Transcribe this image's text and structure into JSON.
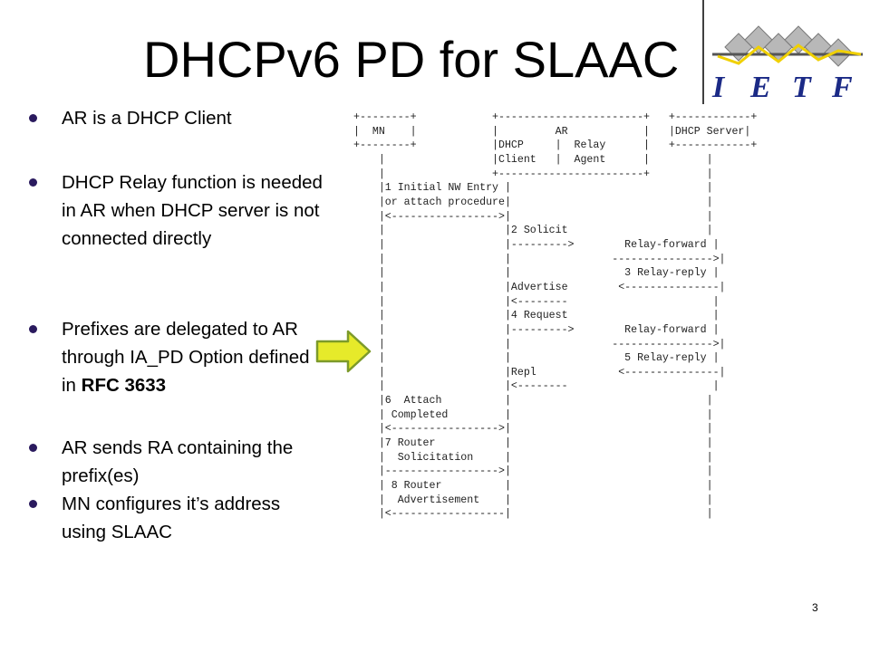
{
  "slide": {
    "title": "DHCPv6 PD for SLAAC",
    "logo_text": [
      "I",
      "E",
      "T",
      "F"
    ],
    "page_number": "3",
    "bullets": [
      {
        "text": "AR is a DHCP Client"
      },
      {
        "text": "DHCP Relay function is needed in AR when DHCP server is not connected directly"
      },
      {
        "text": "Prefixes are delegated to AR through IA_PD Option defined in ",
        "bold": "RFC 3633"
      },
      {
        "text": "AR sends RA containing the prefix(es)"
      },
      {
        "text": "MN configures it’s address using SLAAC"
      }
    ],
    "diagram_text": "+--------+            +-----------------------+   +------------+\n|  MN    |            |         AR            |   |DHCP Server|\n+--------+            |DHCP     |  Relay      |   +------------+\n    |                 |Client   |  Agent      |         |\n    |                 +-----------------------+         |\n    |1 Initial NW Entry |                               |\n    |or attach procedure|                               |\n    |<----------------->|                               |\n    |                   |2 Solicit                      |\n    |                   |--------->        Relay-forward |\n    |                   |                ---------------->|\n    |                   |                  3 Relay-reply |\n    |                   |Advertise        <---------------|\n    |                   |<--------                       |\n    |                   |4 Request                       |\n    |                   |--------->        Relay-forward |\n    |                   |                ---------------->|\n    |                   |                  5 Relay-reply |\n    |                   |Repl             <---------------|\n    |                   |<--------                       |\n    |6  Attach          |                               |\n    | Completed         |                               |\n    |<----------------->|                               |\n    |7 Router           |                               |\n    |  Solicitation     |                               |\n    |------------------>|                               |\n    | 8 Router          |                               |\n    |  Advertisement    |                               |\n    |<------------------|                               |"
  }
}
